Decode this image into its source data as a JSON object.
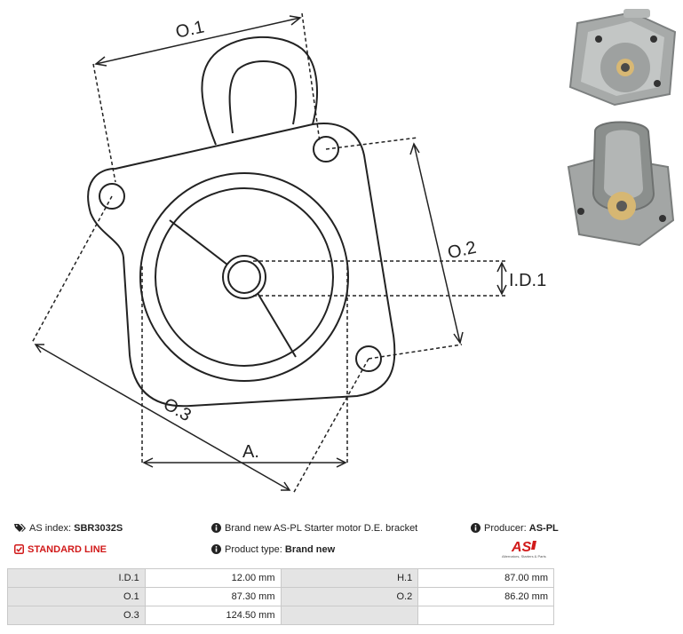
{
  "drawing": {
    "labels": {
      "o1": "O.1",
      "o2": "O.2",
      "o3": "O.3",
      "id1": "I.D.1",
      "a": "A."
    }
  },
  "info": {
    "as_index_label": "AS index:",
    "as_index_value": "SBR3032S",
    "line_label": "STANDARD LINE",
    "description": "Brand new AS-PL Starter motor D.E. bracket",
    "product_type_label": "Product type:",
    "product_type_value": "Brand new",
    "producer_label": "Producer:",
    "producer_value": "AS-PL",
    "logo_text": "AS",
    "logo_tagline": "Alternators, Starters & Parts"
  },
  "specs": [
    {
      "label1": "I.D.1",
      "value1": "12.00 mm",
      "label2": "H.1",
      "value2": "87.00 mm"
    },
    {
      "label1": "O.1",
      "value1": "87.30 mm",
      "label2": "O.2",
      "value2": "86.20 mm"
    },
    {
      "label1": "O.3",
      "value1": "124.50 mm",
      "label2": "",
      "value2": ""
    }
  ],
  "colors": {
    "accent_red": "#d11a1a",
    "label_bg": "#e4e4e4",
    "border": "#c9c9c9"
  }
}
